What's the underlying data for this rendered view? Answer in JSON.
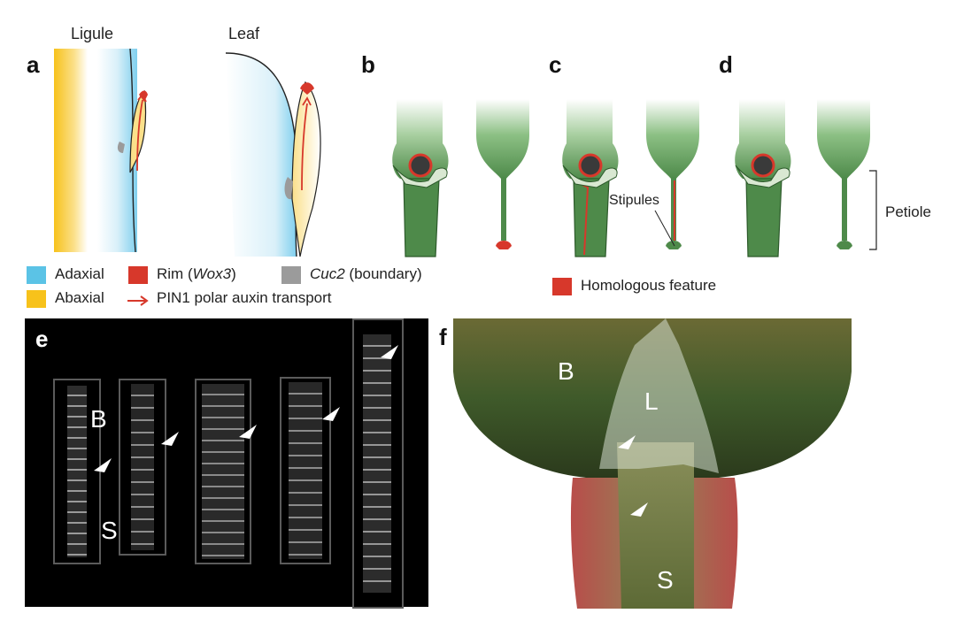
{
  "panels": {
    "a": "a",
    "b": "b",
    "c": "c",
    "d": "d",
    "e": "e",
    "f": "f"
  },
  "panel_a": {
    "title_ligule": "Ligule",
    "title_leaf": "Leaf"
  },
  "legend_a": {
    "adaxial": "Adaxial",
    "abaxial": "Abaxial",
    "rim_prefix": "Rim (",
    "rim_gene": "Wox3",
    "rim_suffix": ")",
    "pin1": "PIN1 polar auxin transport",
    "cuc2_gene": "Cuc2",
    "cuc2_suffix": " (boundary)"
  },
  "panel_bcd": {
    "stipules": "Stipules",
    "petiole": "Petiole",
    "homologous": "Homologous feature"
  },
  "panel_e": {
    "labels": [
      "B",
      "S"
    ]
  },
  "panel_f": {
    "labels": [
      "B",
      "L",
      "S"
    ]
  },
  "colors": {
    "adaxial": "#5bc3e6",
    "abaxial": "#f7c21b",
    "rim": "#d7382b",
    "cuc2": "#9b9b9b",
    "plant_green": "#4e8a4a",
    "plant_light": "#cfe3c8"
  }
}
